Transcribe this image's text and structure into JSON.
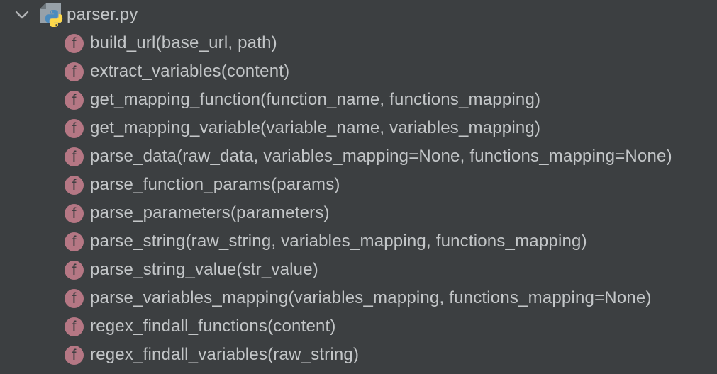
{
  "colors": {
    "background": "#3c3f41",
    "text": "#c3c6c8",
    "function_icon_bg": "#b57784",
    "function_icon_glyph_color": "#393c3e",
    "chevron": "#afb1b3",
    "file_icon_gray": "#97a1a9",
    "file_icon_fold_gray": "#6e777d",
    "python_logo_blue": "#4b8bbe",
    "python_logo_yellow": "#ffd94a"
  },
  "structure_view": {
    "file": {
      "name": "parser.py",
      "expanded": true,
      "icon": "python-file-icon"
    },
    "function_icon_glyph": "f",
    "functions": [
      "build_url(base_url, path)",
      "extract_variables(content)",
      "get_mapping_function(function_name, functions_mapping)",
      "get_mapping_variable(variable_name, variables_mapping)",
      "parse_data(raw_data, variables_mapping=None, functions_mapping=None)",
      "parse_function_params(params)",
      "parse_parameters(parameters)",
      "parse_string(raw_string, variables_mapping, functions_mapping)",
      "parse_string_value(str_value)",
      "parse_variables_mapping(variables_mapping, functions_mapping=None)",
      "regex_findall_functions(content)",
      "regex_findall_variables(raw_string)"
    ]
  }
}
